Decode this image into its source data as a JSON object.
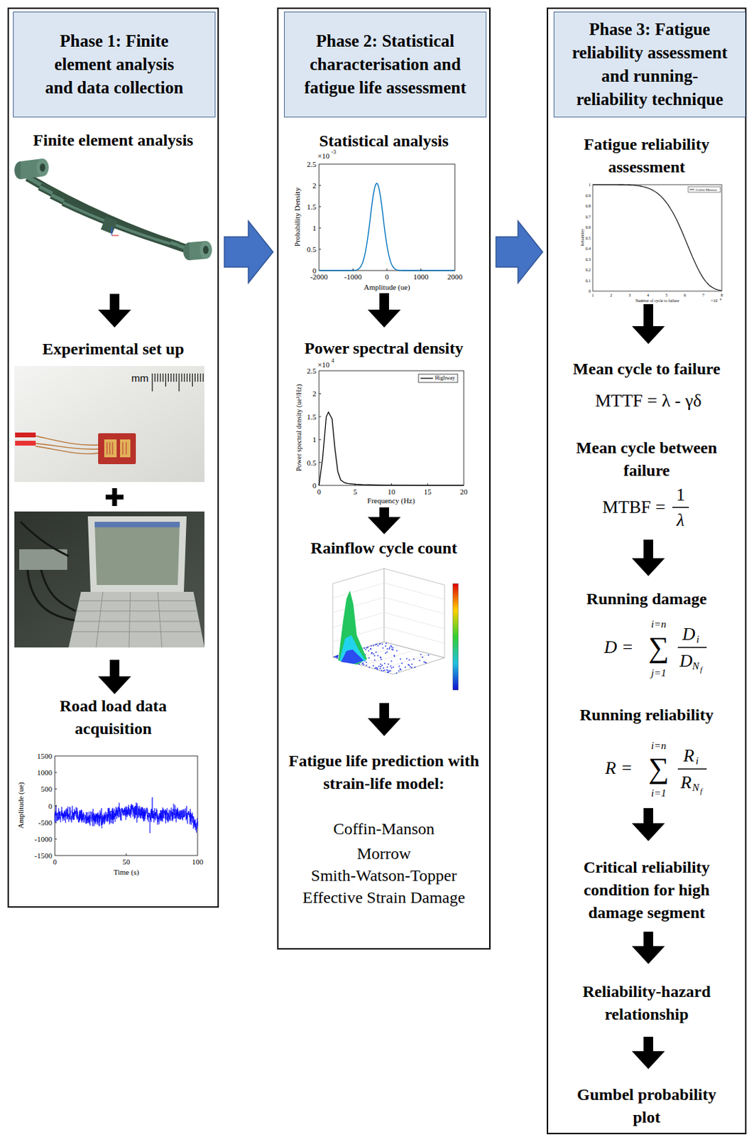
{
  "diagram": {
    "nodes": [
      {
        "text": [
          "Finite element analysis",
          "Experimental set up",
          "Road load data acquisition"
        ]
      },
      {
        "text": [
          "Phase 1: Finite element analysis and data collection"
        ],
        "in": 0
      },
      {
        "text": [
          "Statistical analysis",
          "Power spectral density",
          "Rainflow cycle count",
          "Fatigue life prediction with strain-life model:",
          "Coffin-Manson",
          "Morrow",
          "Smith-Watson-Topper",
          "Effective Strain Damage"
        ]
      },
      {
        "text": [
          "Phase 2: Statistical characterisation and fatigue life assessment"
        ],
        "in": 2
      },
      {
        "text": [
          "Fatigue reliability assessment",
          "Mean cycle to failure",
          "Mean cycle between failure",
          "Running damage",
          "Running reliability",
          "Critical reliability condition for high damage segment",
          "Reliability-hazard relationship",
          "Gumbel probability plot"
        ]
      },
      {
        "text": [
          "Phase 3: Fatigue reliability assessment and running-reliability technique"
        ],
        "in": 4
      }
    ],
    "edges": [
      {
        "from": 0,
        "to": 2,
        "arrow": "to"
      },
      {
        "from": 2,
        "to": 4,
        "arrow": "to"
      }
    ],
    "labels": [
      "mm",
      "1500",
      "1000",
      "500",
      "0",
      "-500",
      "-1000",
      "-1500",
      "0",
      "50",
      "100",
      "Time (s)",
      "Amplitude (ue)",
      "2.5",
      "2",
      "1.5",
      "1",
      "0.5",
      "0",
      "×10",
      "-3",
      "-2000",
      "-1000",
      "0",
      "1000",
      "2000",
      "Amplitude (ue)",
      "Probability Density",
      "2.5",
      "2",
      "1.5",
      "1",
      "0.5",
      "0",
      "×10",
      "4",
      "0",
      "5",
      "10",
      "15",
      "20",
      "Frequency (Hz)",
      "Power spectral density (ue²/Hz)",
      "1",
      "0.9",
      "0.8",
      "0.7",
      "0.6",
      "0.5",
      "0.4",
      "0.3",
      "0.2",
      "0.1",
      "0",
      "1",
      "2",
      "3",
      "4",
      "5",
      "6",
      "7",
      "8",
      "×10",
      "4",
      "Number of cycle to failure",
      "Reliability",
      "MTTF = λ - γδ",
      "MTBF =",
      "1",
      "λ",
      "D =",
      "i=n",
      "∑",
      "j=1",
      "D",
      "i",
      "D",
      "N",
      "f",
      "R =",
      "i=n",
      "∑",
      "i=1",
      "R",
      "i",
      "R",
      "N",
      "f"
    ],
    "legend": [
      {
        "text": "Highway"
      },
      {
        "text": "Coffin-Manson"
      }
    ]
  }
}
